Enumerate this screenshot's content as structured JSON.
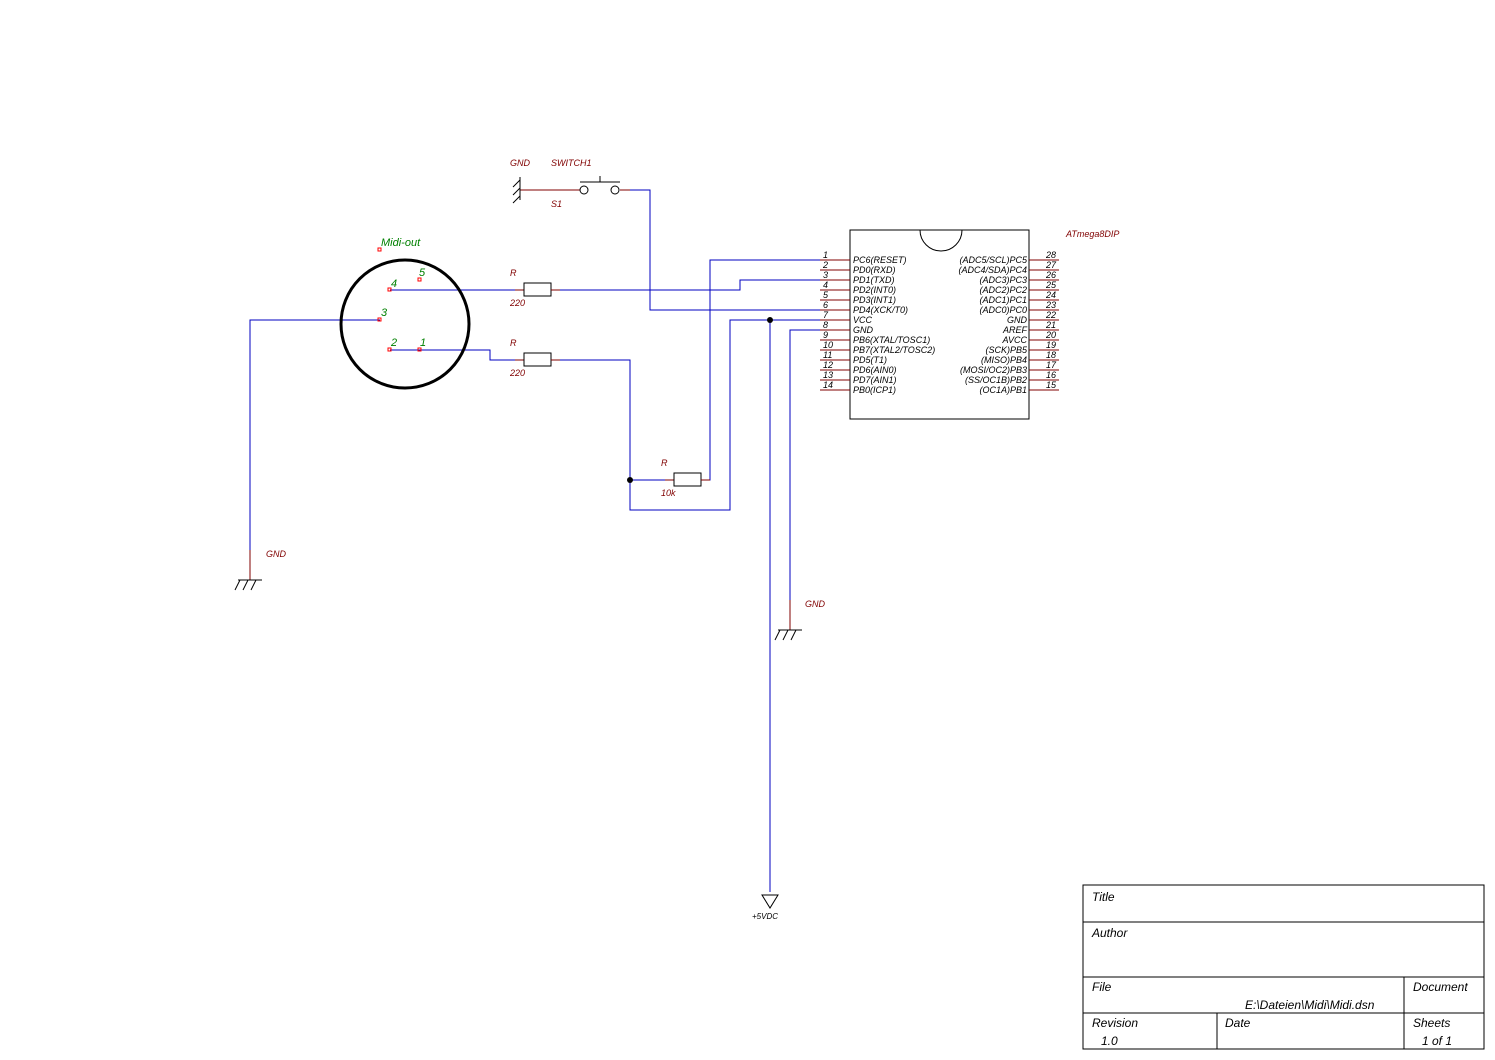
{
  "schematic": {
    "parts": {
      "switch": {
        "ref": "SWITCH1",
        "designator": "S1",
        "gnd": "GND"
      },
      "connector": {
        "name": "Midi-out",
        "pins": [
          "1",
          "2",
          "3",
          "4",
          "5"
        ]
      },
      "r1": {
        "ref": "R",
        "value": "220"
      },
      "r2": {
        "ref": "R",
        "value": "220"
      },
      "r3": {
        "ref": "R",
        "value": "10k"
      },
      "gnd_left": "GND",
      "gnd_right": "GND",
      "vcc": "+5VDC",
      "mcu": {
        "name": "ATmega8DIP",
        "left_pins": [
          {
            "num": "1",
            "name": "PC6(RESET)"
          },
          {
            "num": "2",
            "name": "PD0(RXD)"
          },
          {
            "num": "3",
            "name": "PD1(TXD)"
          },
          {
            "num": "4",
            "name": "PD2(INT0)"
          },
          {
            "num": "5",
            "name": "PD3(INT1)"
          },
          {
            "num": "6",
            "name": "PD4(XCK/T0)"
          },
          {
            "num": "7",
            "name": "VCC"
          },
          {
            "num": "8",
            "name": "GND"
          },
          {
            "num": "9",
            "name": "PB6(XTAL/TOSC1)"
          },
          {
            "num": "10",
            "name": "PB7(XTAL2/TOSC2)"
          },
          {
            "num": "11",
            "name": "PD5(T1)"
          },
          {
            "num": "12",
            "name": "PD6(AIN0)"
          },
          {
            "num": "13",
            "name": "PD7(AIN1)"
          },
          {
            "num": "14",
            "name": "PB0(ICP1)"
          }
        ],
        "right_pins": [
          {
            "num": "28",
            "name": "(ADC5/SCL)PC5"
          },
          {
            "num": "27",
            "name": "(ADC4/SDA)PC4"
          },
          {
            "num": "26",
            "name": "(ADC3)PC3"
          },
          {
            "num": "25",
            "name": "(ADC2)PC2"
          },
          {
            "num": "24",
            "name": "(ADC1)PC1"
          },
          {
            "num": "23",
            "name": "(ADC0)PC0"
          },
          {
            "num": "22",
            "name": "GND"
          },
          {
            "num": "21",
            "name": "AREF"
          },
          {
            "num": "20",
            "name": "AVCC"
          },
          {
            "num": "19",
            "name": "(SCK)PB5"
          },
          {
            "num": "18",
            "name": "(MISO)PB4"
          },
          {
            "num": "17",
            "name": "(MOSI/OC2)PB3"
          },
          {
            "num": "16",
            "name": "(SS/OC1B)PB2"
          },
          {
            "num": "15",
            "name": "(OC1A)PB1"
          }
        ]
      }
    },
    "colors": {
      "wire": "#0000c0",
      "component": "#000000",
      "ref_label": "#800000",
      "connector_label": "#008000",
      "pin_stub": "#800000",
      "pin_marker": "#ff0000"
    }
  },
  "title_block": {
    "title_label": "Title",
    "author_label": "Author",
    "file_label": "File",
    "file_value": "E:\\Dateien\\Midi\\Midi.dsn",
    "document_label": "Document",
    "revision_label": "Revision",
    "revision_value": "1.0",
    "date_label": "Date",
    "sheets_label": "Sheets",
    "sheets_value": "1 of 1"
  }
}
